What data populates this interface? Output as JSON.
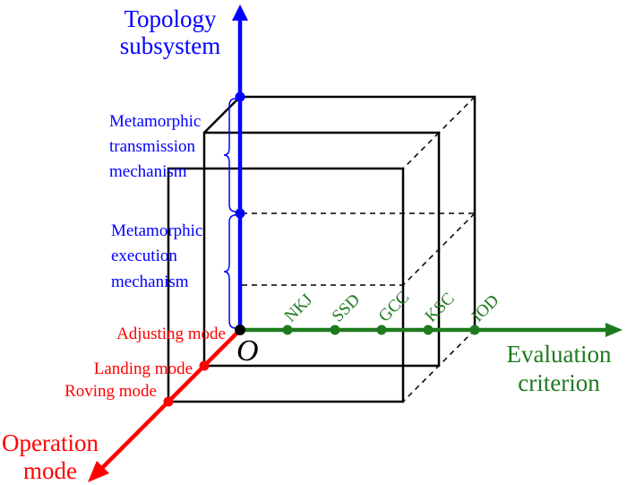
{
  "colors": {
    "vertical_axis": "#0000ff",
    "horizontal_axis": "#1f7a1f",
    "diagonal_axis": "#ff0000",
    "cube": "#000000",
    "origin": "#000000"
  },
  "axes": {
    "vertical": {
      "label_line1": "Topology",
      "label_line2": "subsystem"
    },
    "horizontal": {
      "label_line1": "Evaluation",
      "label_line2": "criterion"
    },
    "diagonal": {
      "label_line1": "Operation",
      "label_line2": "mode"
    },
    "origin_label": "O"
  },
  "vertical_segments": [
    {
      "line1": "Metamorphic",
      "line2": "transmission",
      "line3": "mechanism"
    },
    {
      "line1": "Metamorphic",
      "line2": "execution",
      "line3": "mechanism"
    }
  ],
  "criteria": [
    "NKJ",
    "SSD",
    "GCC",
    "KSC",
    "IOD"
  ],
  "modes": [
    "Adjusting mode",
    "Landing mode",
    "Roving mode"
  ]
}
